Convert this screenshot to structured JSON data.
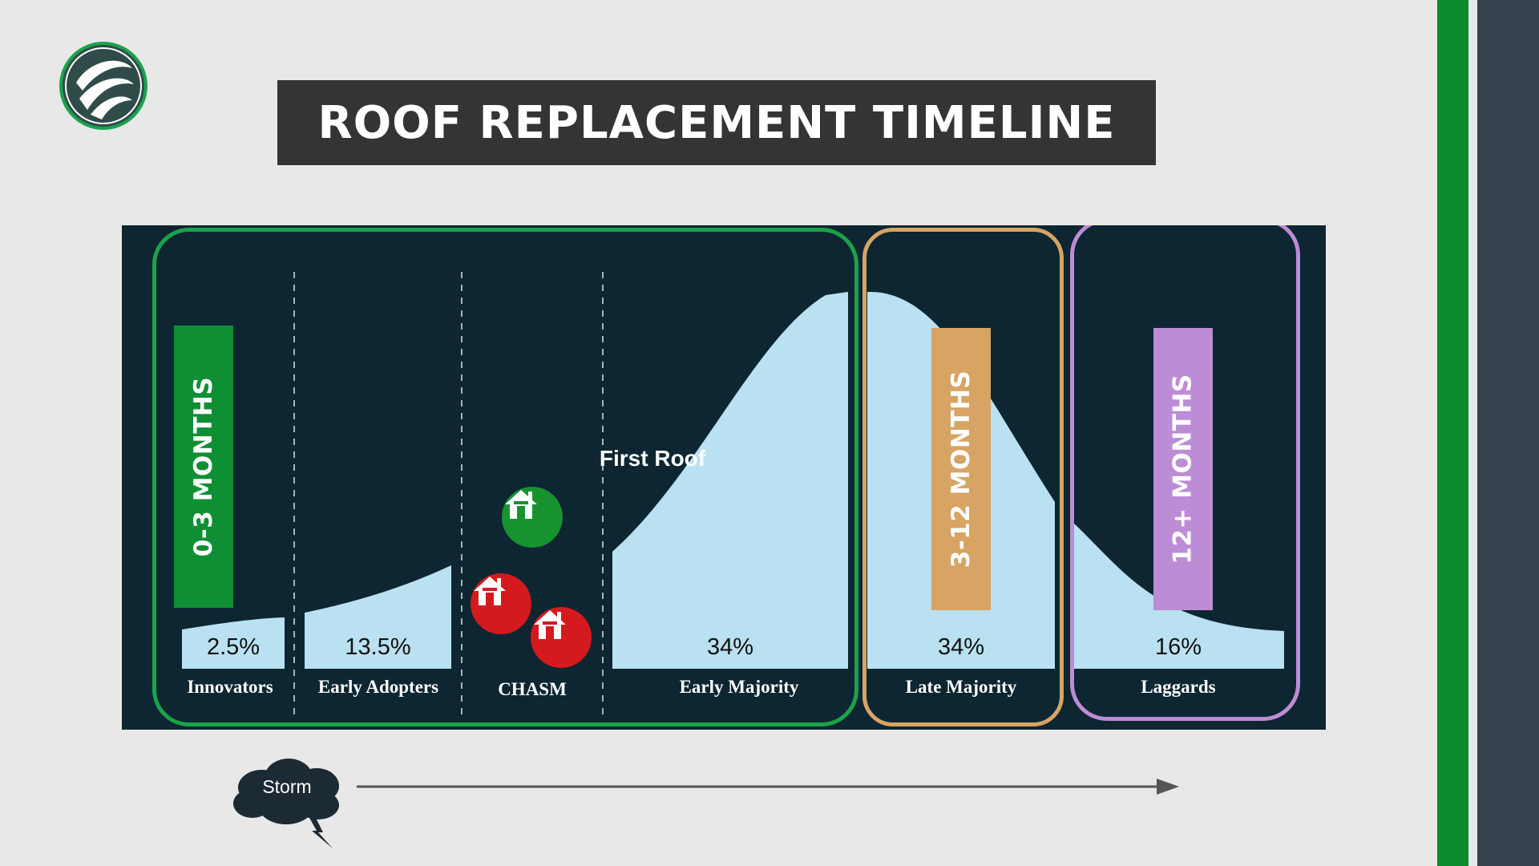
{
  "title": "ROOF REPLACEMENT TIMELINE",
  "colors": {
    "background": "#e8e8e8",
    "title_bar": "#343434",
    "panel": "#0d2631",
    "curve": "#b9e1f1",
    "green": "#1aa34a",
    "orange": "#d7a464",
    "purple": "#bd8cd6",
    "house_green": "#17922f",
    "house_red": "#d41a1f",
    "stripe_green": "#0b8a2e",
    "stripe_gray": "#36434f"
  },
  "icons": [
    "logo-icon",
    "house-icon",
    "storm-cloud-icon",
    "lightning-icon",
    "arrow-icon"
  ],
  "periods": [
    {
      "label": "0-3 MONTHS",
      "color": "#0f8f33"
    },
    {
      "label": "3-12 MONTHS",
      "color": "#d7a464"
    },
    {
      "label": "12+ MONTHS",
      "color": "#bd8cd6"
    }
  ],
  "segments": [
    {
      "name": "Innovators",
      "percent": "2.5%"
    },
    {
      "name": "Early Adopters",
      "percent": "13.5%"
    },
    {
      "name": "CHASM",
      "percent": ""
    },
    {
      "name": "Early Majority",
      "percent": "34%"
    },
    {
      "name": "Late Majority",
      "percent": "34%"
    },
    {
      "name": "Laggards",
      "percent": "16%"
    }
  ],
  "chasm": {
    "first_roof_label": "First Roof"
  },
  "timeline": {
    "storm_label": "Storm"
  }
}
